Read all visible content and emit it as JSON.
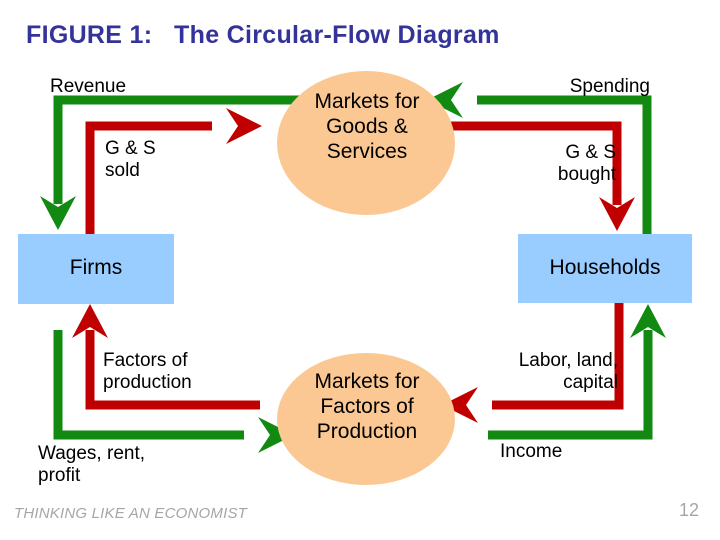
{
  "slide": {
    "title": "FIGURE 1:   The Circular-Flow Diagram",
    "footer_text": "THINKING LIKE AN ECONOMIST",
    "page_number": "12"
  },
  "colors": {
    "title": "#333399",
    "box_fill": "#99CCFF",
    "ellipse_fill": "#FBC894",
    "flow_green": "#128A12",
    "flow_red": "#C00000",
    "text": "#000000",
    "footer": "#A6A6A6"
  },
  "nodes": {
    "firms": "Firms",
    "households": "Households",
    "goods_market": "Markets for\nGoods &\nServices",
    "factors_market": "Markets for\nFactors of\nProduction"
  },
  "flows": {
    "revenue": "Revenue",
    "goods_sold": "G & S\nsold",
    "spending": "Spending",
    "goods_bought": "G & S\nbought",
    "factors_of_production": "Factors of\nproduction",
    "wages_rent_profit": "Wages, rent,\nprofit",
    "labor_land_capital": "Labor, land,\ncapital",
    "income": "Income"
  },
  "chart_data": {
    "type": "diagram",
    "title": "The Circular-Flow Diagram",
    "nodes": [
      {
        "id": "firms",
        "label": "Firms",
        "shape": "rect",
        "fill": "#99CCFF"
      },
      {
        "id": "households",
        "label": "Households",
        "shape": "rect",
        "fill": "#99CCFF"
      },
      {
        "id": "goods_market",
        "label": "Markets for Goods & Services",
        "shape": "ellipse",
        "fill": "#FBC894"
      },
      {
        "id": "factors_market",
        "label": "Markets for Factors of Production",
        "shape": "ellipse",
        "fill": "#FBC894"
      }
    ],
    "edges": [
      {
        "from": "goods_market",
        "to": "firms",
        "label": "Revenue",
        "color": "#128A12",
        "loop": "money"
      },
      {
        "from": "firms",
        "to": "goods_market",
        "label": "G & S sold",
        "color": "#C00000",
        "loop": "goods"
      },
      {
        "from": "households",
        "to": "goods_market",
        "label": "Spending",
        "color": "#128A12",
        "loop": "money"
      },
      {
        "from": "goods_market",
        "to": "households",
        "label": "G & S bought",
        "color": "#C00000",
        "loop": "goods"
      },
      {
        "from": "factors_market",
        "to": "firms",
        "label": "Factors of production",
        "color": "#C00000",
        "loop": "goods"
      },
      {
        "from": "firms",
        "to": "factors_market",
        "label": "Wages, rent, profit",
        "color": "#128A12",
        "loop": "money"
      },
      {
        "from": "households",
        "to": "factors_market",
        "label": "Labor, land, capital",
        "color": "#C00000",
        "loop": "goods"
      },
      {
        "from": "factors_market",
        "to": "households",
        "label": "Income",
        "color": "#128A12",
        "loop": "money"
      }
    ]
  }
}
